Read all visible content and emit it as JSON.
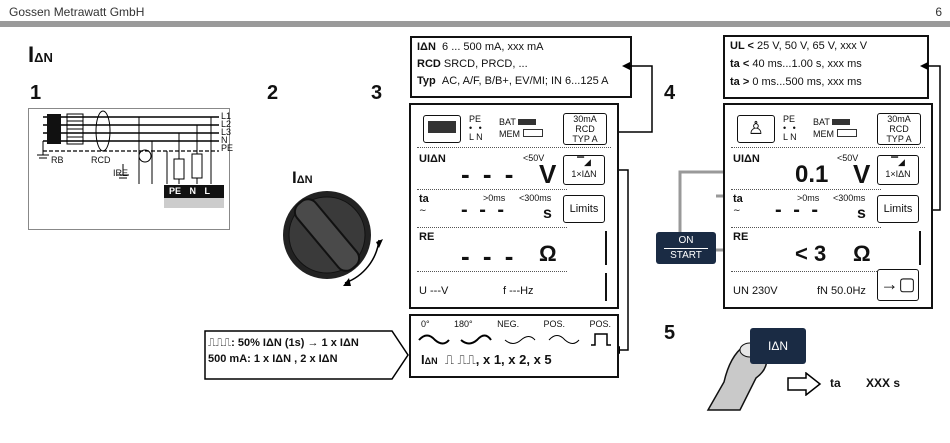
{
  "header": {
    "company": "Gossen Metrawatt GmbH",
    "page_number": "6"
  },
  "title": {
    "symbol": "I",
    "sub": "ΔN"
  },
  "steps": [
    "1",
    "2",
    "3",
    "4",
    "5"
  ],
  "schematic": {
    "lines": [
      "L1",
      "L2",
      "L3",
      "N",
      "PE"
    ],
    "labels": {
      "rb": "RB",
      "rcd": "RCD",
      "ire": "IRE"
    },
    "terminals": [
      "PE",
      "N",
      "L"
    ]
  },
  "dial": {
    "label_main": "I",
    "label_sub": "ΔN"
  },
  "info_box_3": {
    "rows": [
      {
        "key": "IΔN",
        "text": "6 ... 500 mA, ",
        "tail": "xxx mA"
      },
      {
        "key": "RCD",
        "text": "SRCD, PRCD, ..."
      },
      {
        "key": "Typ",
        "text": "AC, A/F, B/B+, EV/MI; IN 6...125 A"
      }
    ]
  },
  "info_box_4": {
    "rows": [
      {
        "key": "UL <",
        "text": "25 V, 50 V, 65 V, ",
        "tail": "xxx V"
      },
      {
        "key": "ta <",
        "text": "40 ms...1.00 s, ",
        "tail": "xxx ms"
      },
      {
        "key": "ta >",
        "text": "0 ms...500 ms, ",
        "tail": "xxx ms"
      }
    ]
  },
  "display_3": {
    "top_keys": {
      "pe": "PE",
      "ln": "L N",
      "bat": "BAT",
      "mem": "MEM",
      "rcd_key": [
        "30mA",
        "RCD",
        "TYP A"
      ]
    },
    "row1": {
      "label": "UIΔN",
      "limit": "<50V",
      "value": "- - -",
      "unit": "V",
      "key": "1×IΔN"
    },
    "row2": {
      "label": "ta",
      "lim1": ">0ms",
      "lim2": "<300ms",
      "value": "- - -",
      "unit": "s",
      "key": "Limits"
    },
    "row3": {
      "label": "RE",
      "value": "- - -",
      "unit": "Ω"
    },
    "bottom": {
      "u": "U   ---V",
      "f": "f   ---Hz"
    }
  },
  "display_4": {
    "top_keys": {
      "pe": "PE",
      "ln": "L N",
      "bat": "BAT",
      "mem": "MEM",
      "rcd_key": [
        "30mA",
        "RCD",
        "TYP A"
      ]
    },
    "row1": {
      "label": "UIΔN",
      "limit": "<50V",
      "value": "0.1",
      "unit": "V",
      "key": "1×IΔN"
    },
    "row2": {
      "label": "ta",
      "lim1": ">0ms",
      "lim2": "<300ms",
      "value": "- - -",
      "unit": "s",
      "key": "Limits"
    },
    "row3": {
      "label": "RE",
      "value": "< 3",
      "unit": "Ω"
    },
    "bottom": {
      "un": "UN 230V",
      "fn": "fN 50.0Hz"
    }
  },
  "phase_box": {
    "labels": [
      "0°",
      "180°",
      "NEG.",
      "POS.",
      "POS."
    ],
    "line2_main": "I",
    "line2_sub": "ΔN",
    "line2_text": ", x 1, x 2, x 5"
  },
  "arrow_box": {
    "line1": ": 50% IΔN (1s) → 1 x IΔN",
    "line2": "500 mA: 1 x IΔN , 2 x IΔN"
  },
  "start_button": {
    "line1": "ON",
    "line2": "START"
  },
  "finger_button": {
    "label": "IΔN"
  },
  "result": {
    "label": "ta",
    "value": "XXX s"
  }
}
